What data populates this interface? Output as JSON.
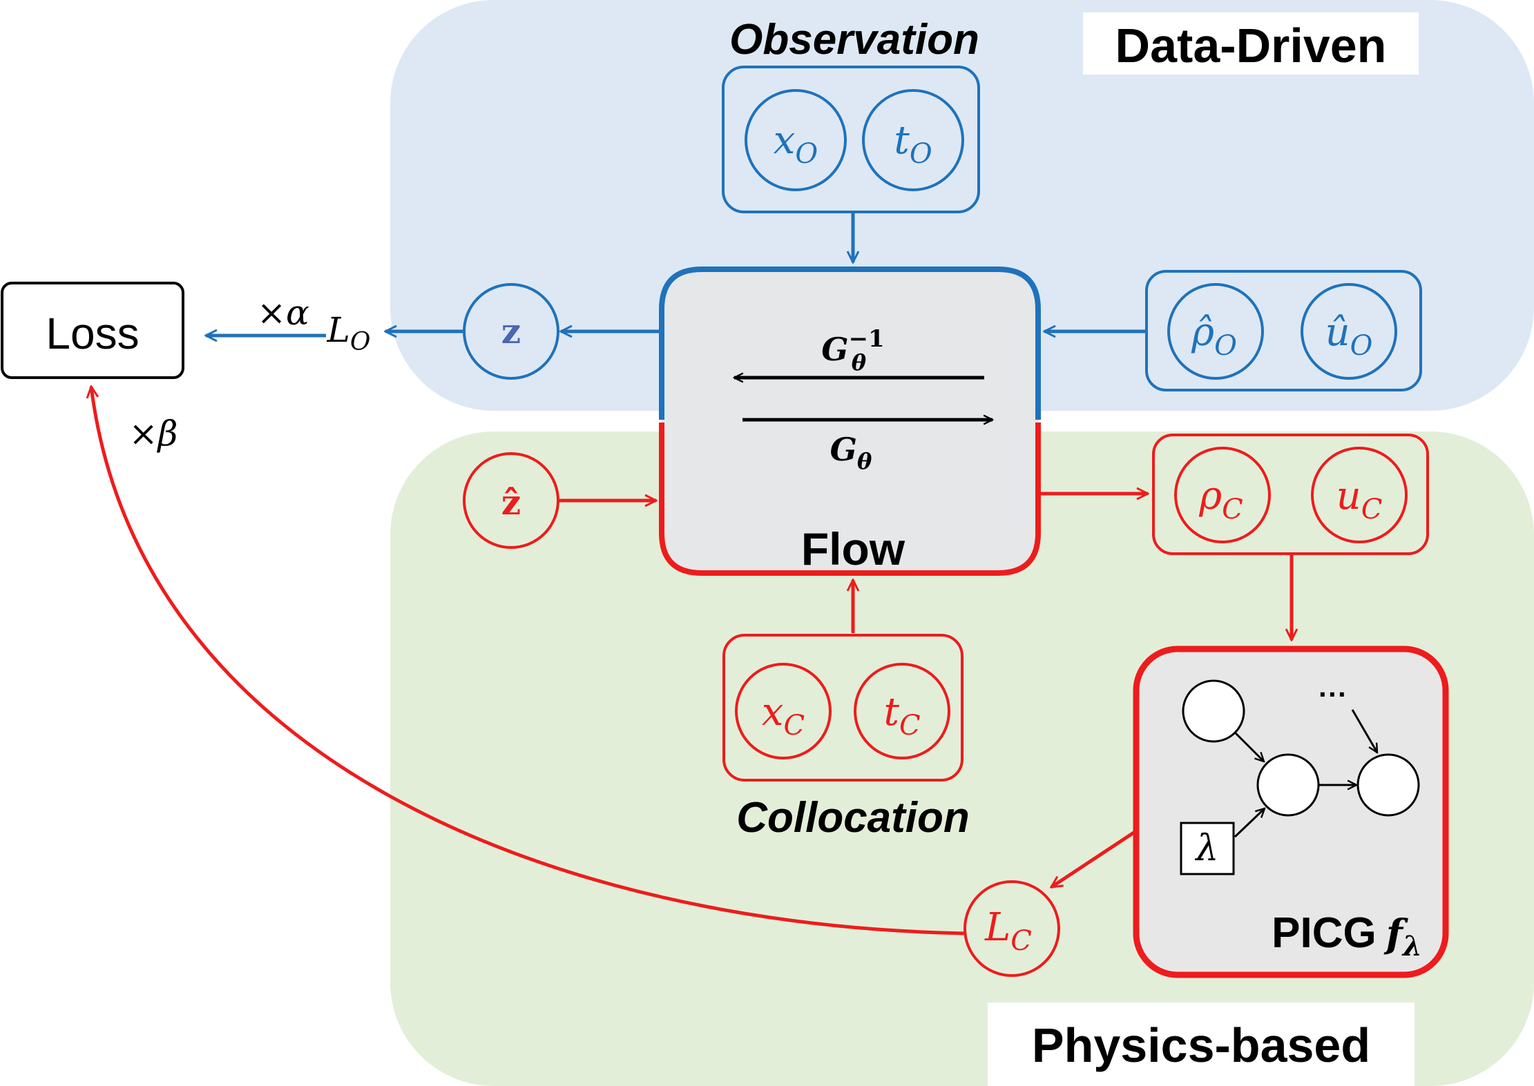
{
  "regions": {
    "data_driven_label": "Data-Driven",
    "physics_based_label": "Physics-based"
  },
  "observation": {
    "label": "Observation",
    "x_var": "x",
    "x_sub": "O",
    "t_var": "t",
    "t_sub": "O"
  },
  "observed_outputs": {
    "rho_var": "ρ̂",
    "rho_sub": "O",
    "u_var": "û",
    "u_sub": "O"
  },
  "flow": {
    "label": "Flow",
    "inverse_var": "G",
    "inverse_sub": "θ",
    "inverse_sup": "−1",
    "forward_var": "G",
    "forward_sub": "θ"
  },
  "latent": {
    "z_label": "z",
    "z_hat_label": "ẑ"
  },
  "loss": {
    "label": "Loss",
    "alpha_label": "×α",
    "beta_label": "×β",
    "lo_var": "L",
    "lo_sub": "O",
    "lc_var": "L",
    "lc_sub": "C"
  },
  "collocation_outputs": {
    "rho_var": "ρ",
    "rho_sub": "C",
    "u_var": "u",
    "u_sub": "C"
  },
  "collocation": {
    "label": "Collocation",
    "x_var": "x",
    "x_sub": "C",
    "t_var": "t",
    "t_sub": "C"
  },
  "picg": {
    "label": "PICG",
    "f_var": "f",
    "f_sub": "λ",
    "lambda_label": "λ",
    "ellipsis": "···"
  },
  "colors": {
    "blue": "#1f72bb",
    "red": "#ee1c1c",
    "blue_region": "#dde8f4",
    "green_region": "#e3eed8",
    "flow_fill": "#e5e7e8",
    "picg_fill": "#e7e7e8",
    "z_blue": "#4a68b0"
  }
}
